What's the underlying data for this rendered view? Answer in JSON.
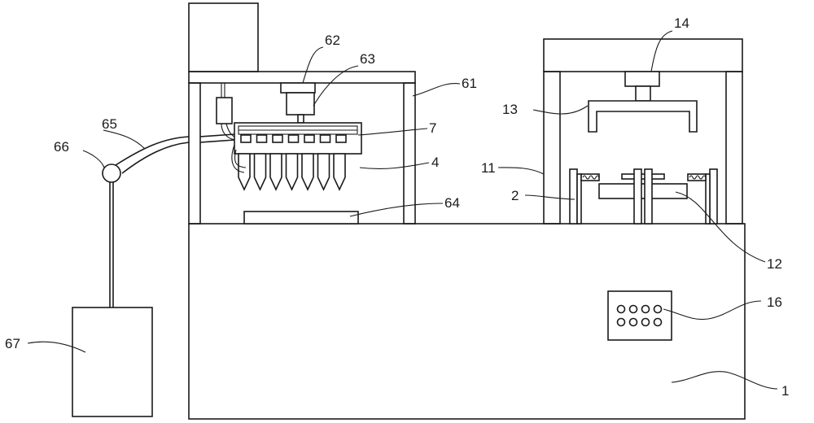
{
  "labels": {
    "l1": "1",
    "l2": "2",
    "l4": "4",
    "l7": "7",
    "l11": "11",
    "l12": "12",
    "l13": "13",
    "l14": "14",
    "l16": "16",
    "l61": "61",
    "l62": "62",
    "l63": "63",
    "l64": "64",
    "l65": "65",
    "l66": "66",
    "l67": "67"
  }
}
